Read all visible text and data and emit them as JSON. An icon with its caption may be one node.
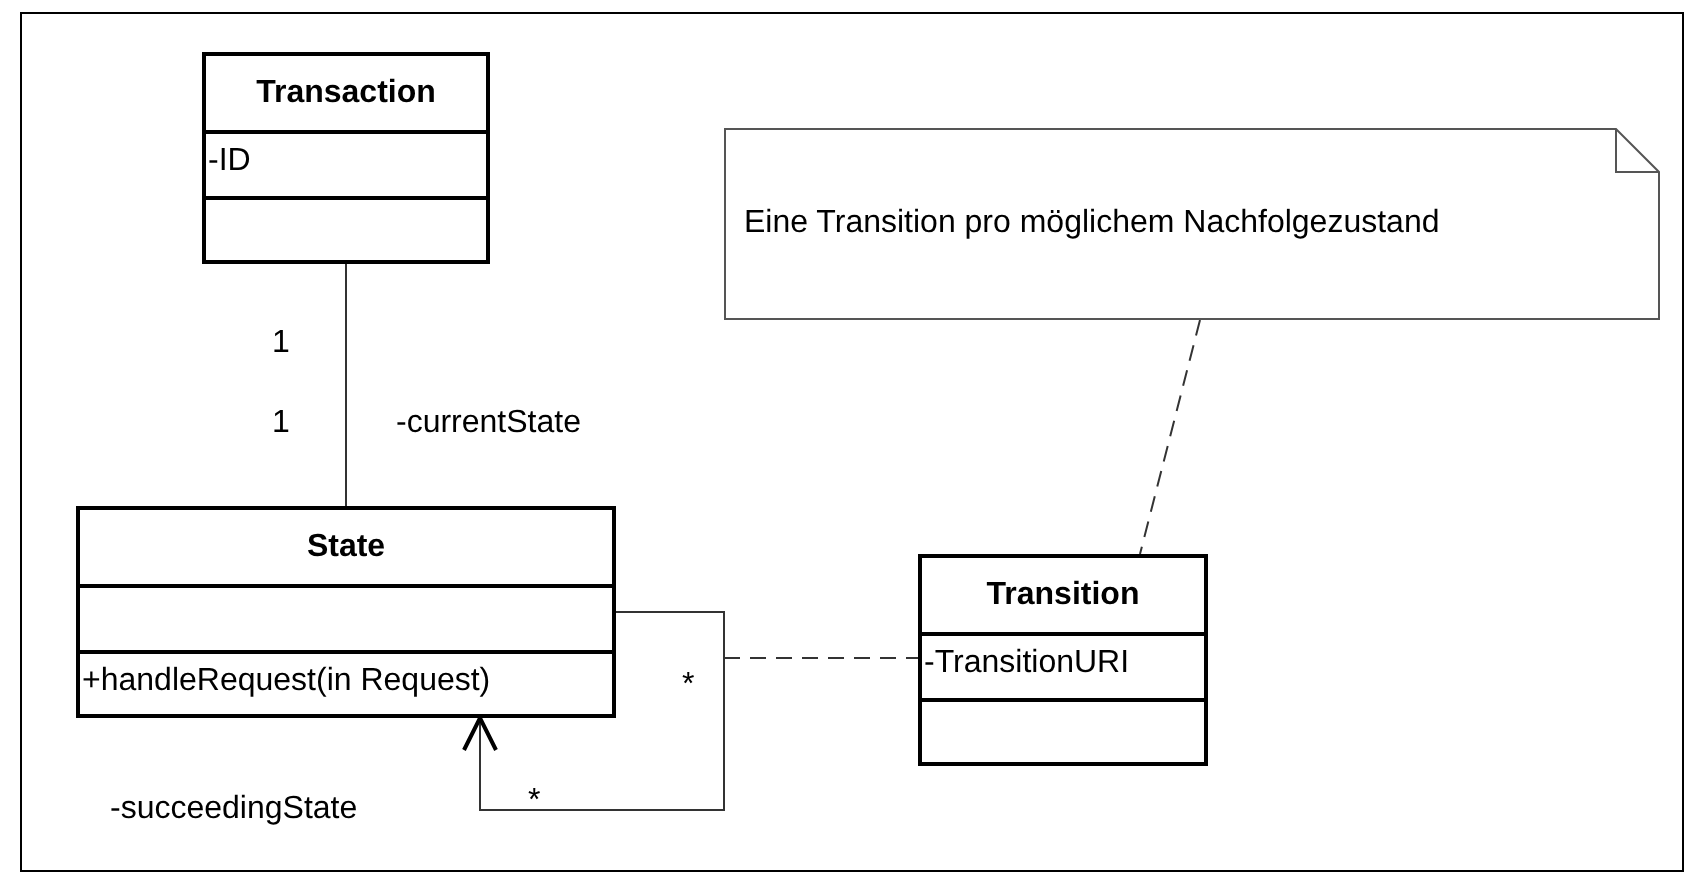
{
  "diagram": {
    "nodes": [
      {
        "text": [
          "Transaction",
          "-ID"
        ]
      },
      {
        "text": [
          "Eine Transition pro möglichem Nachfolgezustand"
        ]
      },
      {
        "text": [
          "State",
          "+handleRequest(in Request)"
        ]
      },
      {
        "text": [
          "Transition",
          "-TransitionURI"
        ]
      }
    ],
    "edges": [
      {
        "from": 0,
        "to": 2,
        "arrow": "none"
      },
      {
        "from": 2,
        "to": 2,
        "arrow": "to"
      },
      {
        "from": null,
        "to": 3,
        "arrow": "none",
        "style": "dashed"
      },
      {
        "from": 1,
        "to": 3,
        "arrow": "none",
        "style": "dashed"
      }
    ],
    "labels": [
      "1",
      "1",
      "-currentState",
      "*",
      "*",
      "-succeedingState"
    ]
  }
}
